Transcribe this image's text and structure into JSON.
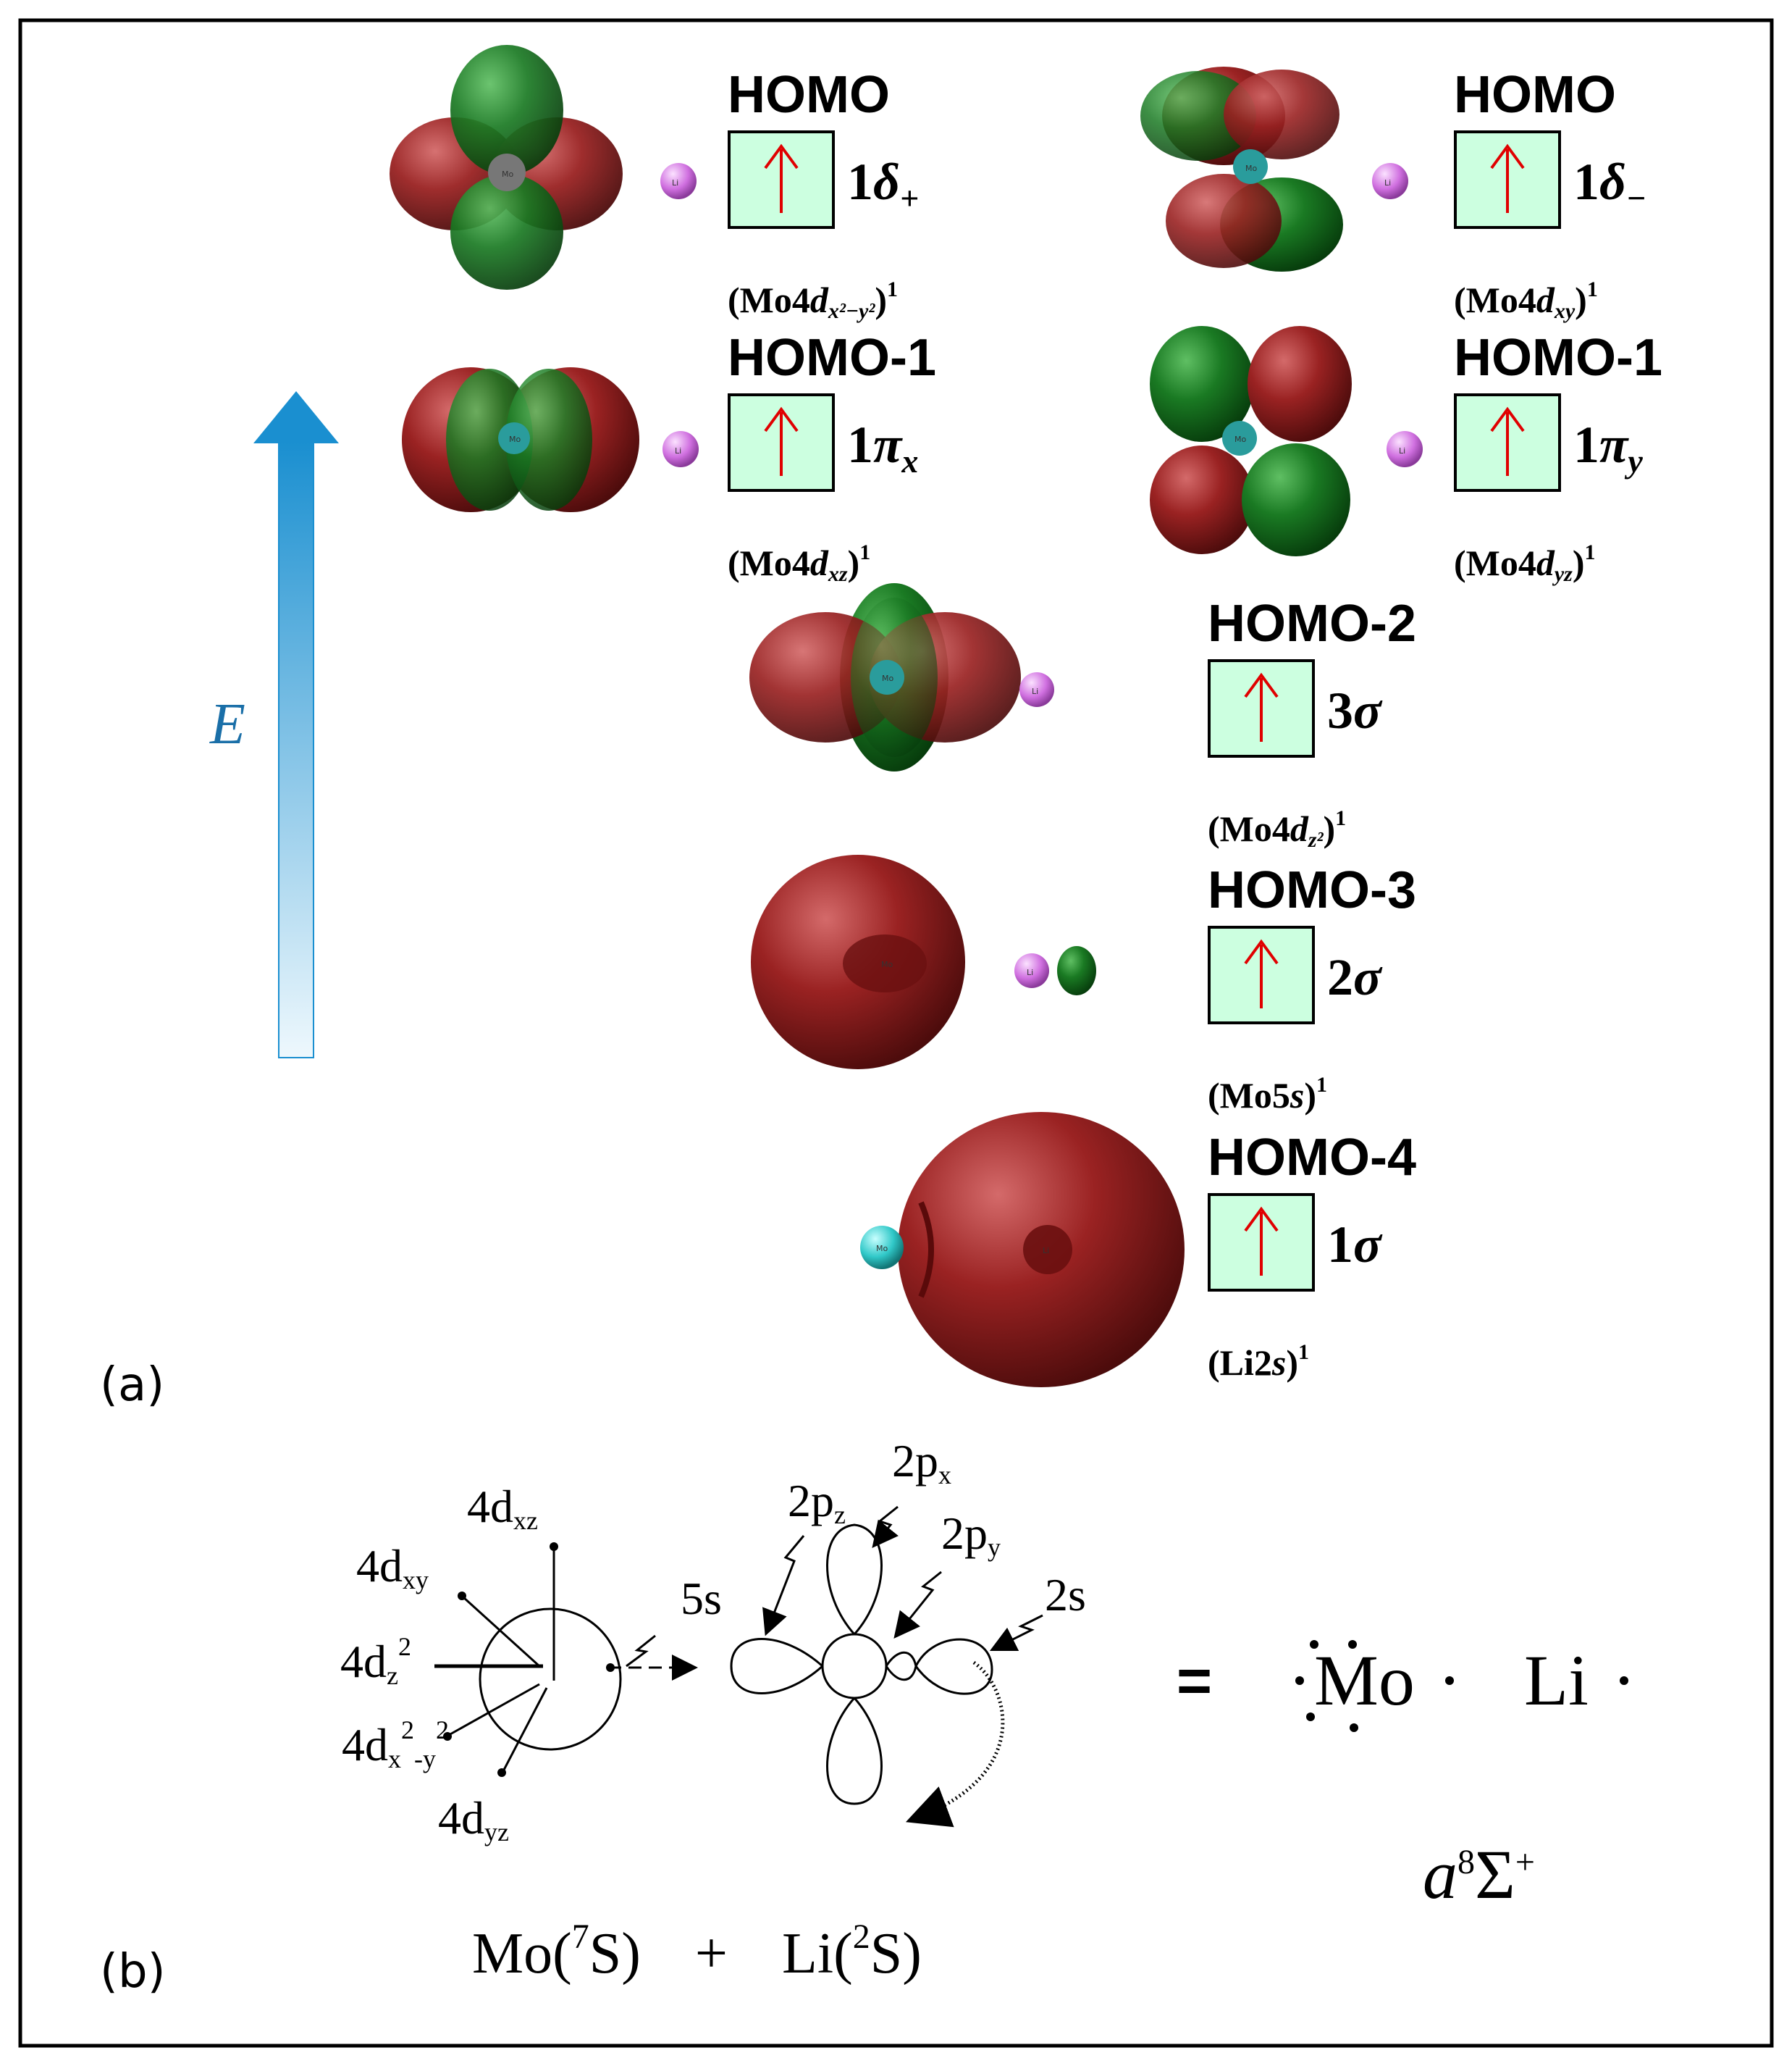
{
  "panel_labels": {
    "a": "(a)",
    "b": "(b)"
  },
  "energy_axis": {
    "label": "E",
    "color": "#1a8fd0"
  },
  "colors": {
    "lobe_red": "#8e1e1e",
    "lobe_green": "#16721f",
    "box_fill": "#ccffe0",
    "arrow": "#e00000",
    "li_atom": "#d070e0",
    "mo_atom": "#30c8c8"
  },
  "orbitals": [
    {
      "level": "HOMO",
      "symbol_num": "1",
      "symbol_greek": "δ",
      "symbol_sub": "+",
      "occ_main": "(Mo4",
      "occ_italic": "d",
      "occ_sub": "x²−y²",
      "occ_close": ")",
      "occ_sup": "1"
    },
    {
      "level": "HOMO",
      "symbol_num": "1",
      "symbol_greek": "δ",
      "symbol_sub": "−",
      "occ_main": "(Mo4",
      "occ_italic": "d",
      "occ_sub": "xy",
      "occ_close": ")",
      "occ_sup": "1"
    },
    {
      "level": "HOMO-1",
      "symbol_num": "1",
      "symbol_greek": "π",
      "symbol_sub": "x",
      "occ_main": "(Mo4",
      "occ_italic": "d",
      "occ_sub": "xz",
      "occ_close": ")",
      "occ_sup": "1"
    },
    {
      "level": "HOMO-1",
      "symbol_num": "1",
      "symbol_greek": "π",
      "symbol_sub": "y",
      "occ_main": "(Mo4",
      "occ_italic": "d",
      "occ_sub": "yz",
      "occ_close": ")",
      "occ_sup": "1"
    },
    {
      "level": "HOMO-2",
      "symbol_num": "3",
      "symbol_greek": "σ",
      "symbol_sub": "",
      "occ_main": "(Mo4",
      "occ_italic": "d",
      "occ_sub": "z²",
      "occ_close": ")",
      "occ_sup": "1"
    },
    {
      "level": "HOMO-3",
      "symbol_num": "2",
      "symbol_greek": "σ",
      "symbol_sub": "",
      "occ_main": "(Mo5",
      "occ_italic": "s",
      "occ_sub": "",
      "occ_close": ")",
      "occ_sup": "1"
    },
    {
      "level": "HOMO-4",
      "symbol_num": "1",
      "symbol_greek": "σ",
      "symbol_sub": "",
      "occ_main": "(Li2",
      "occ_italic": "s",
      "occ_sub": "",
      "occ_close": ")",
      "occ_sup": "1"
    }
  ],
  "atoms": {
    "mo": "Mo",
    "li": "Li"
  },
  "panel_b": {
    "mo_orbitals": [
      {
        "main": "4d",
        "sub": "xz"
      },
      {
        "main": "4d",
        "sub": "xy"
      },
      {
        "main": "4d",
        "sub": "z",
        "sup": "2"
      },
      {
        "main": "4d",
        "sub": "x",
        "sup": "2",
        "sub2": "-y",
        "sup2": "2"
      },
      {
        "main": "4d",
        "sub": "yz"
      },
      {
        "main": "5s"
      }
    ],
    "li_orbitals": [
      {
        "main": "2p",
        "sub": "x"
      },
      {
        "main": "2p",
        "sub": "z"
      },
      {
        "main": "2p",
        "sub": "y"
      },
      {
        "main": "2s"
      }
    ],
    "equals": "=",
    "lewis_mo": "Mo",
    "lewis_li": "Li",
    "term_a": "a",
    "term_mult": "8",
    "term_sigma": "Σ",
    "term_plus": "+",
    "reactants": {
      "mo": "Mo(",
      "mo_sup": "7",
      "mo_close": "S)",
      "plus": "+",
      "li": "Li(",
      "li_sup": "2",
      "li_close": "S)"
    }
  }
}
